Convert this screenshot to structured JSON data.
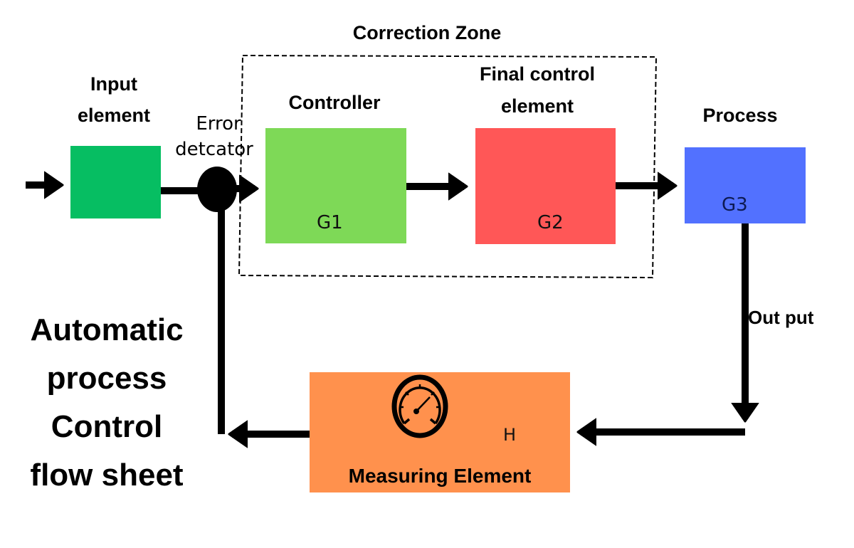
{
  "diagram": {
    "title_lines": [
      "Automatic",
      "process",
      "Control",
      "flow sheet"
    ],
    "zone_label": "Correction Zone",
    "blocks": {
      "input": {
        "label_lines": [
          "Input",
          "element"
        ],
        "gain": "",
        "color": "#06BE62"
      },
      "controller": {
        "label_lines": [
          "Controller"
        ],
        "gain": "G1",
        "color": "#7ED957"
      },
      "final_control": {
        "label_lines": [
          "Final control",
          "element"
        ],
        "gain": "G2",
        "color": "#FF5757"
      },
      "process": {
        "label_lines": [
          "Process"
        ],
        "gain": "G3",
        "color": "#5271FF"
      },
      "measuring": {
        "label_lines": [
          "Measuring Element"
        ],
        "gain": "H",
        "color": "#FF914D",
        "icon": "gauge-icon"
      }
    },
    "error_detector": {
      "label_lines": [
        "Error",
        "detcator"
      ]
    },
    "output_label": "Out put",
    "edges": [
      {
        "from": "external-input",
        "to": "input"
      },
      {
        "from": "input",
        "to": "error_detector"
      },
      {
        "from": "error_detector",
        "to": "controller"
      },
      {
        "from": "controller",
        "to": "final_control"
      },
      {
        "from": "final_control",
        "to": "process"
      },
      {
        "from": "process",
        "to": "output",
        "label": "Out put"
      },
      {
        "from": "output",
        "to": "measuring"
      },
      {
        "from": "measuring",
        "to": "error_detector",
        "type": "feedback"
      }
    ]
  }
}
